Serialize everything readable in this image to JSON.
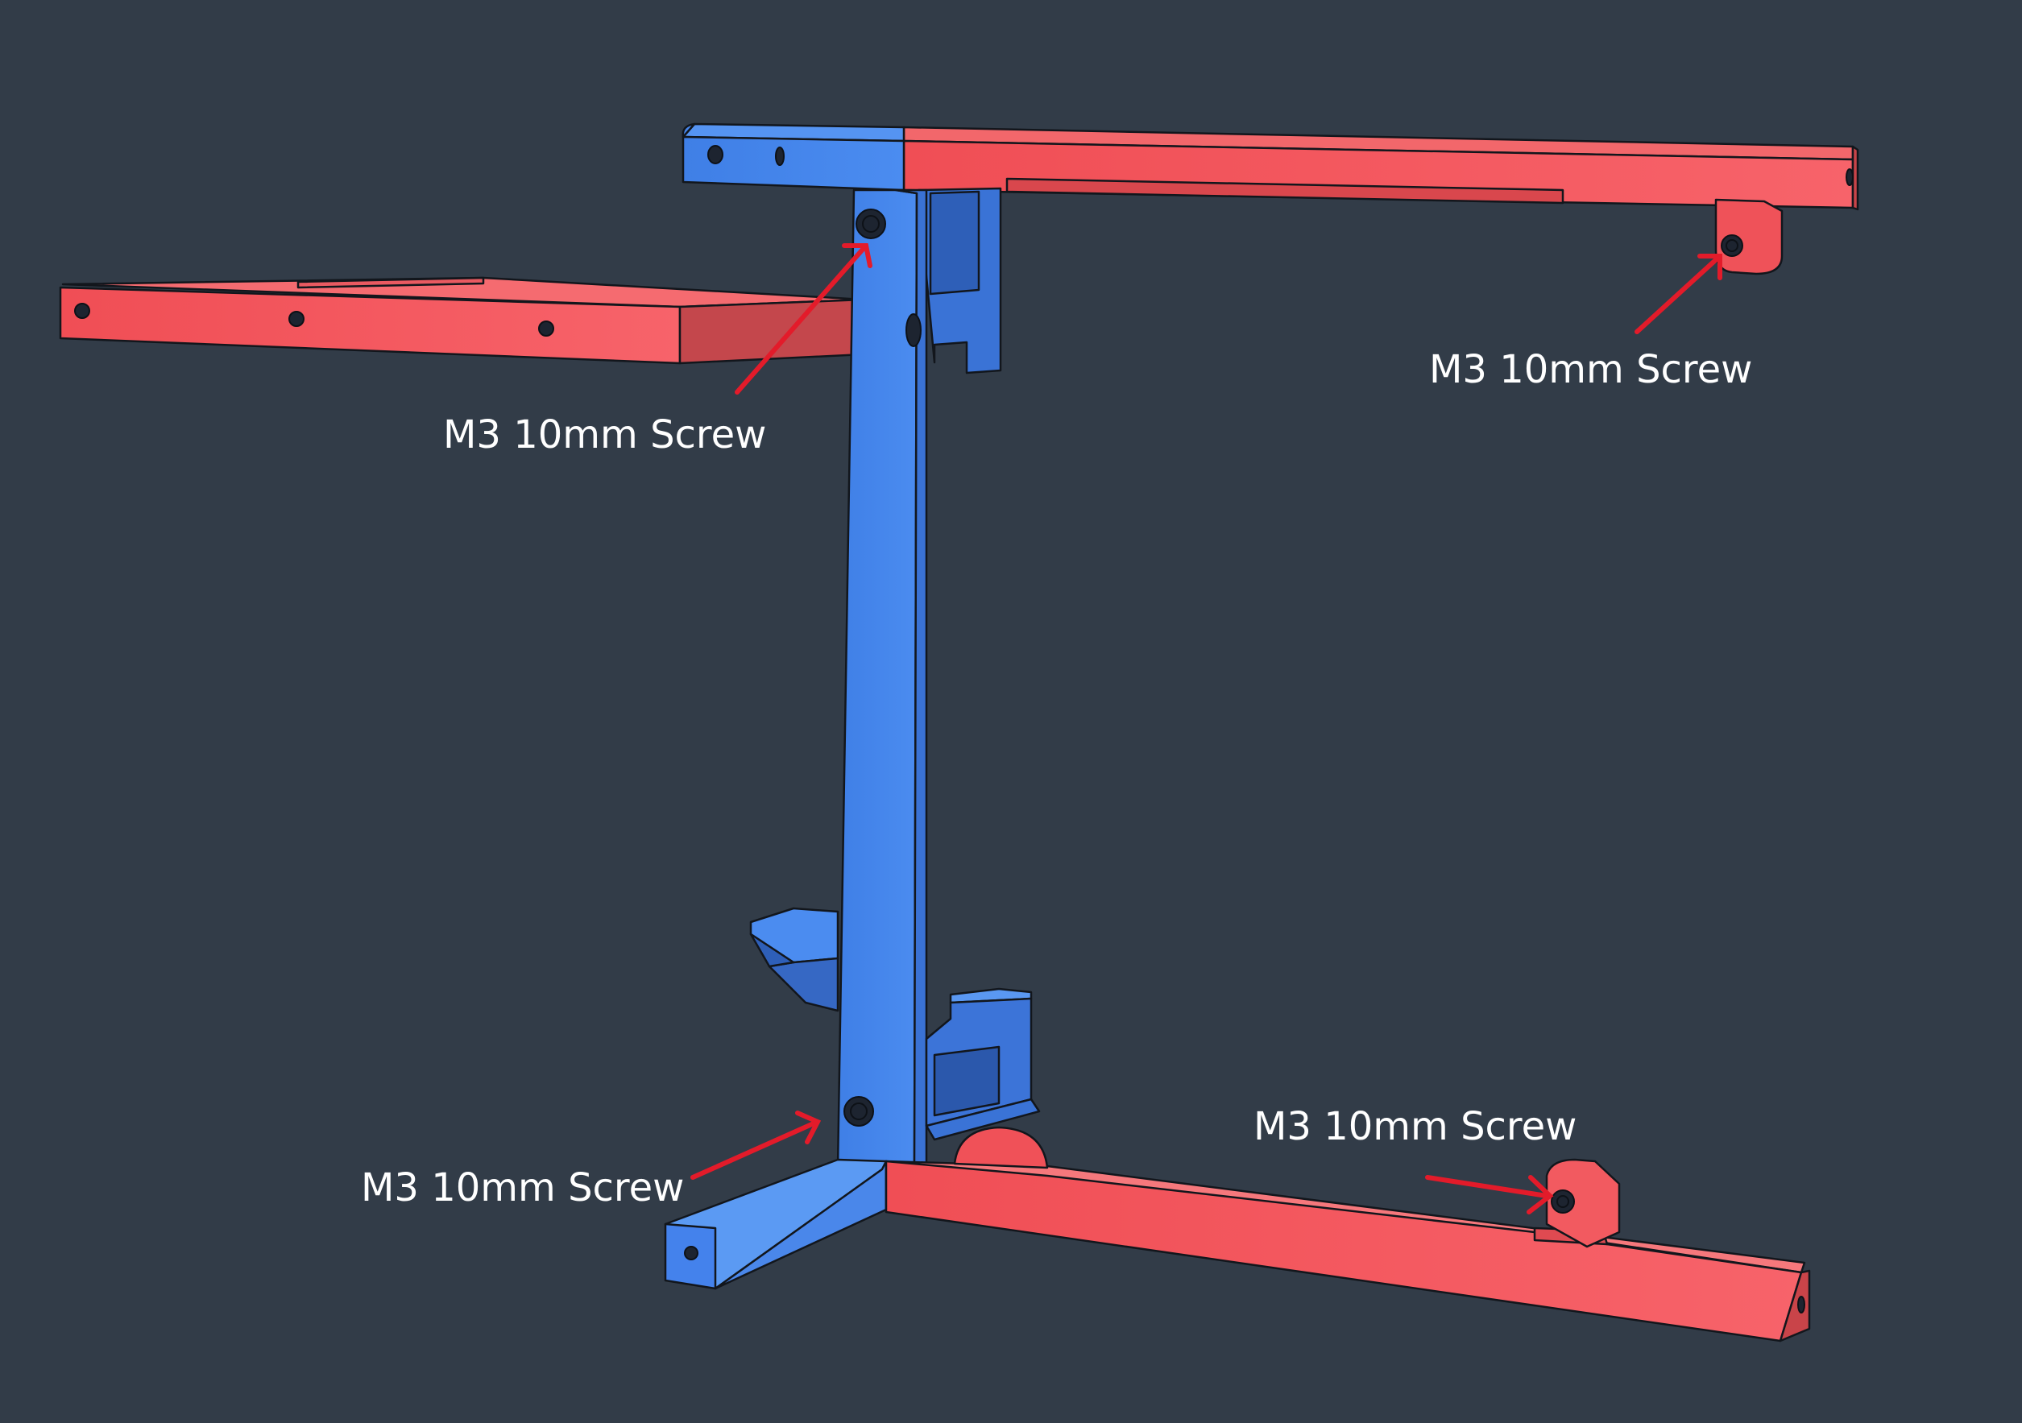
{
  "colors": {
    "background": "#323c48",
    "blue_part": "#4a86e8",
    "red_part": "#f25a5f",
    "arrow": "#e31b2a",
    "label_text": "#ffffff"
  },
  "callouts": [
    {
      "id": "upper-left",
      "label": "M3 10mm Screw"
    },
    {
      "id": "upper-right",
      "label": "M3 10mm Screw"
    },
    {
      "id": "lower-left",
      "label": "M3 10mm Screw"
    },
    {
      "id": "lower-right",
      "label": "M3 10mm Screw"
    }
  ]
}
